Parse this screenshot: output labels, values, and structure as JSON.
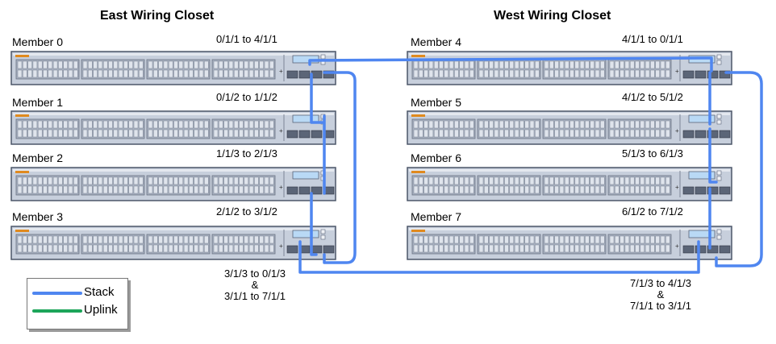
{
  "closets": {
    "east": {
      "title": "East Wiring Closet"
    },
    "west": {
      "title": "West Wiring Closet"
    }
  },
  "members": [
    {
      "label": "Member 0",
      "closet": "east",
      "row": 0
    },
    {
      "label": "Member 1",
      "closet": "east",
      "row": 1
    },
    {
      "label": "Member 2",
      "closet": "east",
      "row": 2
    },
    {
      "label": "Member 3",
      "closet": "east",
      "row": 3
    },
    {
      "label": "Member 4",
      "closet": "west",
      "row": 0
    },
    {
      "label": "Member 5",
      "closet": "west",
      "row": 1
    },
    {
      "label": "Member 6",
      "closet": "west",
      "row": 2
    },
    {
      "label": "Member 7",
      "closet": "west",
      "row": 3
    }
  ],
  "port_labels": {
    "east": [
      "0/1/1 to 4/1/1",
      "0/1/2 to 1/1/2",
      "1/1/3 to 2/1/3",
      "2/1/2 to 3/1/2"
    ],
    "west": [
      "4/1/1 to 0/1/1",
      "4/1/2 to 5/1/2",
      "5/1/3 to 6/1/3",
      "6/1/2 to 7/1/2"
    ]
  },
  "bottom_notes": {
    "east": {
      "line1": "3/1/3 to 0/1/3",
      "amp": "&",
      "line2": "3/1/1 to 7/1/1"
    },
    "west": {
      "line1": "7/1/3 to 4/1/3",
      "amp": "&",
      "line2": "7/1/1 to 3/1/1"
    }
  },
  "legend": {
    "items": [
      {
        "label": "Stack",
        "color": "#4f86f0"
      },
      {
        "label": "Uplink",
        "color": "#1ca55a"
      }
    ]
  },
  "colors": {
    "stack": "#4f86f0",
    "chassis": "#c7cfdc",
    "chassis_border": "#4c5668",
    "display": "#b9d9f5",
    "brand_label": "#e08a1e"
  }
}
